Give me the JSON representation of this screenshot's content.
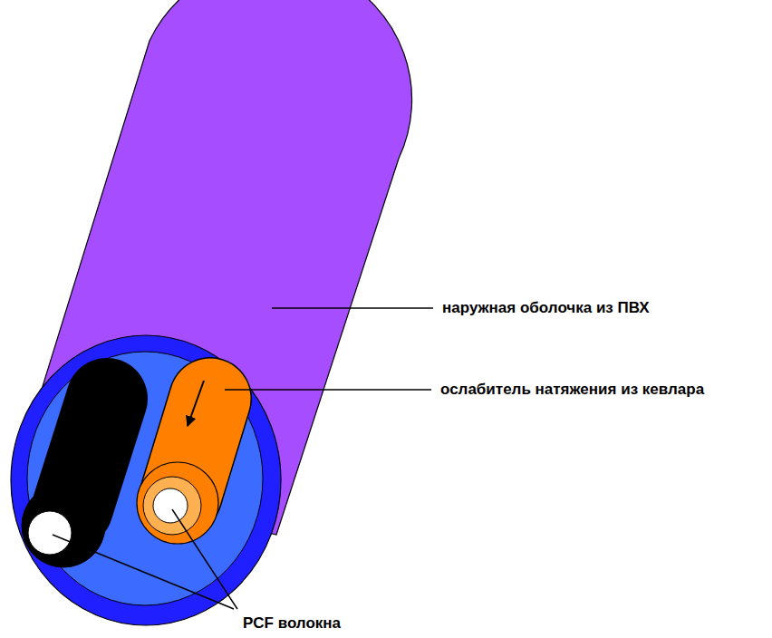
{
  "diagram": {
    "labels": [
      "наружная оболочка из ПВХ",
      "ослабитель натяжения из кевлара",
      "PCF волокна"
    ]
  }
}
